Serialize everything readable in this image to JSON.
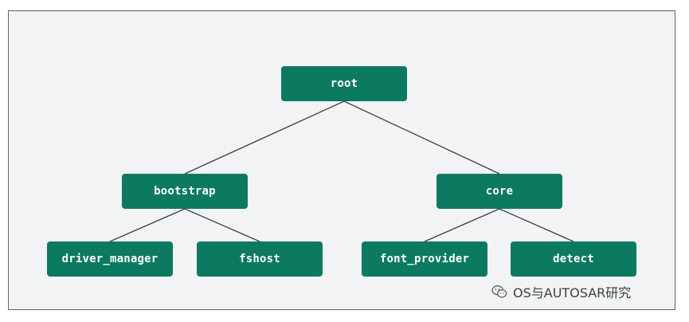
{
  "diagram": {
    "nodes": {
      "root": "root",
      "bootstrap": "bootstrap",
      "core": "core",
      "driver_manager": "driver_manager",
      "fshost": "fshost",
      "font_provider": "font_provider",
      "detect": "detect"
    },
    "edges": [
      [
        "root",
        "bootstrap"
      ],
      [
        "root",
        "core"
      ],
      [
        "bootstrap",
        "driver_manager"
      ],
      [
        "bootstrap",
        "fshost"
      ],
      [
        "core",
        "font_provider"
      ],
      [
        "core",
        "detect"
      ]
    ],
    "colors": {
      "node_fill": "#0c7a60",
      "node_text": "#ffffff",
      "edge": "#3c4043",
      "background": "#f1f3f4"
    }
  },
  "watermark": {
    "text": "OS与AUTOSAR研究",
    "icon": "wechat-icon"
  }
}
